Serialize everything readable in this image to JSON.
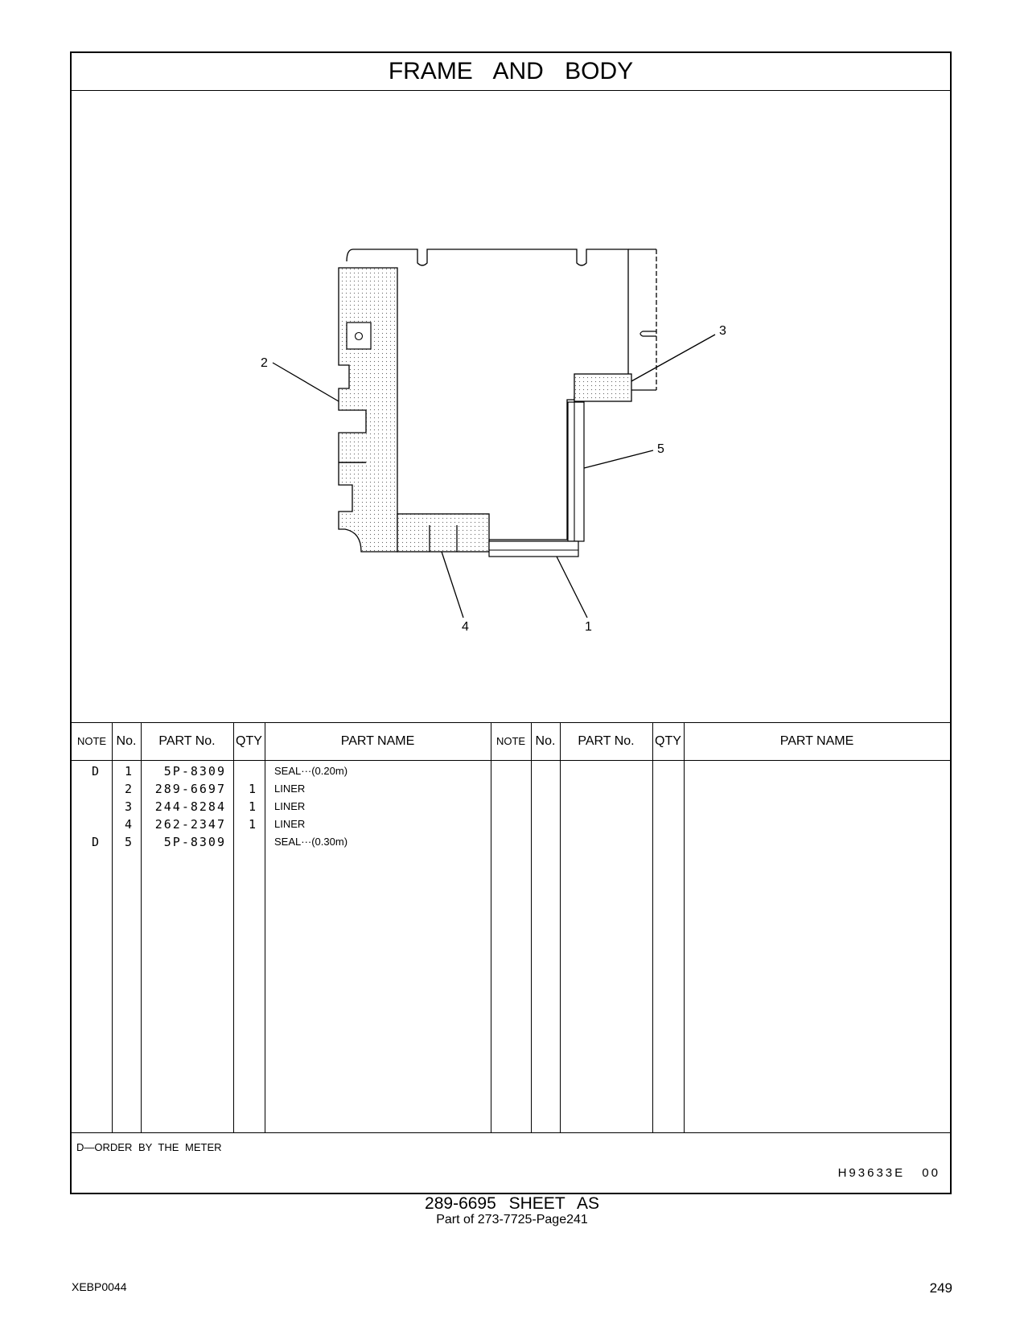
{
  "title": "FRAME AND BODY",
  "callouts": {
    "c1": "1",
    "c2": "2",
    "c3": "3",
    "c4": "4",
    "c5": "5"
  },
  "table": {
    "headers": {
      "note": "NOTE",
      "no": "No.",
      "part_no": "PART No.",
      "qty": "QTY",
      "part_name": "PART NAME"
    },
    "rows": [
      {
        "note": "D",
        "no": "1",
        "part_no": "5P-8309",
        "qty": "",
        "part_name": "SEAL···(0.20m)"
      },
      {
        "note": "",
        "no": "2",
        "part_no": "289-6697",
        "qty": "1",
        "part_name": "LINER"
      },
      {
        "note": "",
        "no": "3",
        "part_no": "244-8284",
        "qty": "1",
        "part_name": "LINER"
      },
      {
        "note": "",
        "no": "4",
        "part_no": "262-2347",
        "qty": "1",
        "part_name": "LINER"
      },
      {
        "note": "D",
        "no": "5",
        "part_no": "5P-8309",
        "qty": "",
        "part_name": "SEAL···(0.30m)"
      }
    ]
  },
  "footnote": "D—ORDER BY THE METER",
  "sheet_code": "H93633E 00",
  "sheet_title": "289-6695 SHEET AS",
  "sheet_subtitle": "Part of 273-7725-Page241",
  "doc_id": "XEBP0044",
  "page_number": "249"
}
